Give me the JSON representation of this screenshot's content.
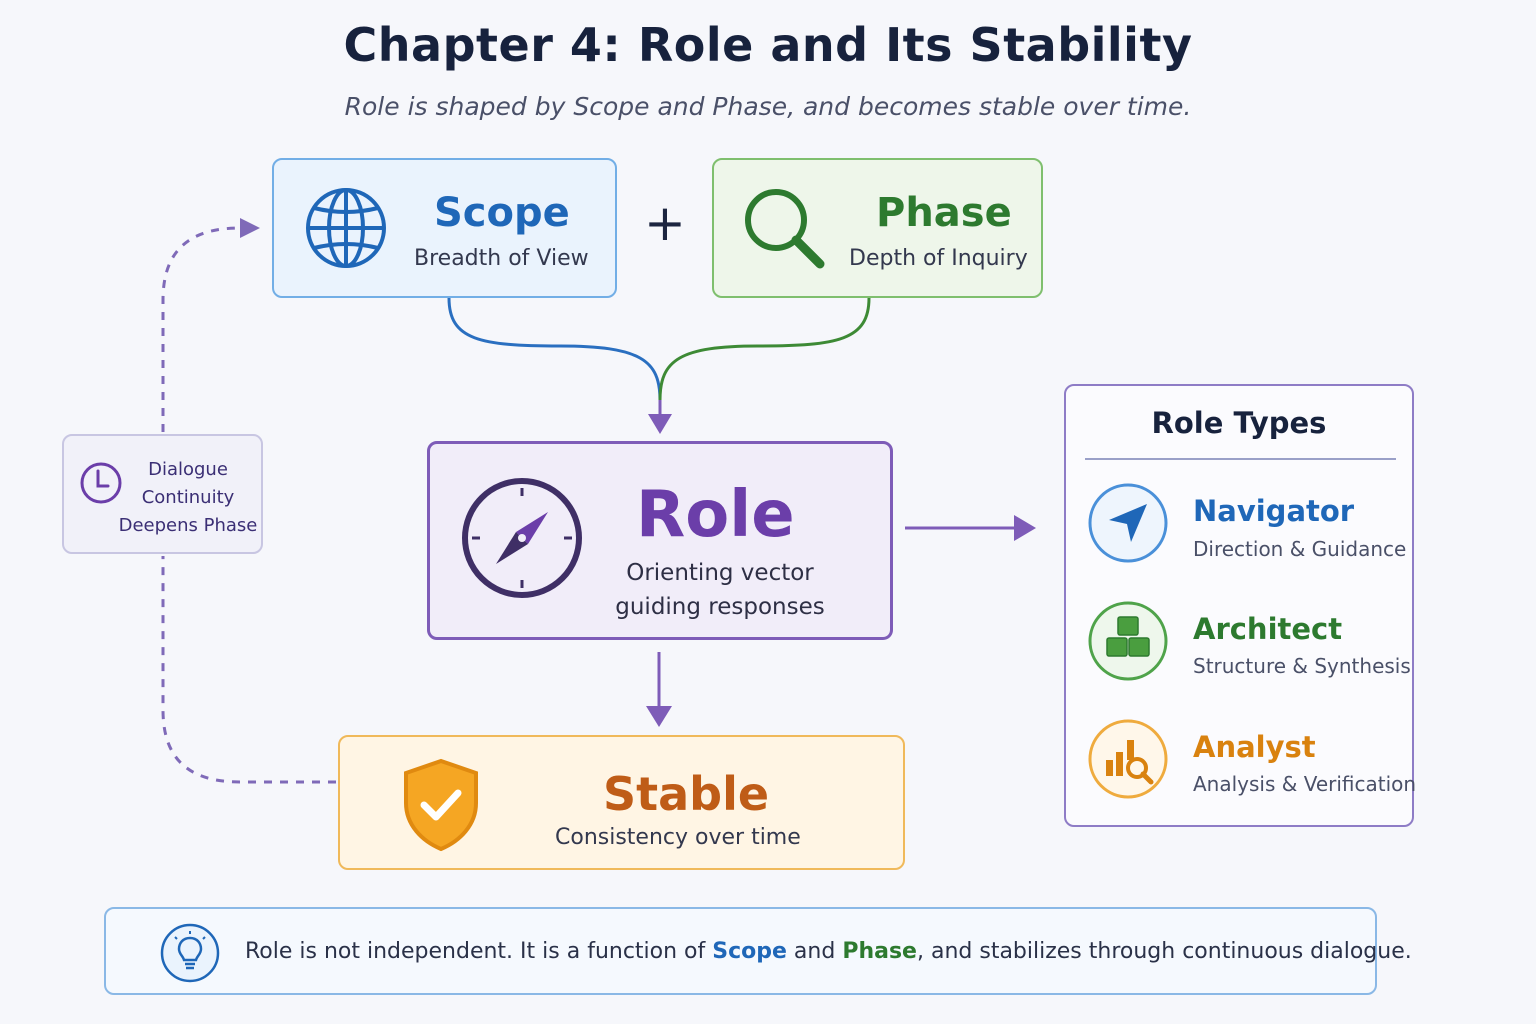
{
  "title": "Chapter 4: Role and Its Stability",
  "subtitle": "Role is shaped by Scope and Phase, and becomes stable over time.",
  "scope": {
    "title": "Scope",
    "subtitle": "Breadth of View",
    "icon": "globe-icon",
    "color": "#1f67b8"
  },
  "plus": "+",
  "phase": {
    "title": "Phase",
    "subtitle": "Depth of Inquiry",
    "icon": "magnifier-icon",
    "color": "#2d7a2f"
  },
  "role": {
    "title": "Role",
    "line1": "Orienting vector",
    "line2": "guiding responses",
    "icon": "compass-icon",
    "color": "#6b3ea9"
  },
  "stable": {
    "title": "Stable",
    "subtitle": "Consistency over time",
    "icon": "shield-check-icon",
    "color": "#bf5c17"
  },
  "dialogue": {
    "line1": "Dialogue",
    "line2": "Continuity",
    "line3": "Deepens Phase",
    "icon": "clock-icon"
  },
  "role_types": {
    "title": "Role Types",
    "items": [
      {
        "name": "Navigator",
        "description": "Direction & Guidance",
        "icon": "navigation-arrow-icon",
        "color": "#1f67b8"
      },
      {
        "name": "Architect",
        "description": "Structure & Synthesis",
        "icon": "cubes-icon",
        "color": "#2d7a2f"
      },
      {
        "name": "Analyst",
        "description": "Analysis & Verification",
        "icon": "chart-magnifier-icon",
        "color": "#d9820f"
      }
    ]
  },
  "note": {
    "icon": "lightbulb-icon",
    "prefix": "Role is not independent. It is a function of ",
    "scope": "Scope",
    "middle": " and ",
    "phase": "Phase",
    "suffix": ", and stabilizes through continuous dialogue."
  }
}
